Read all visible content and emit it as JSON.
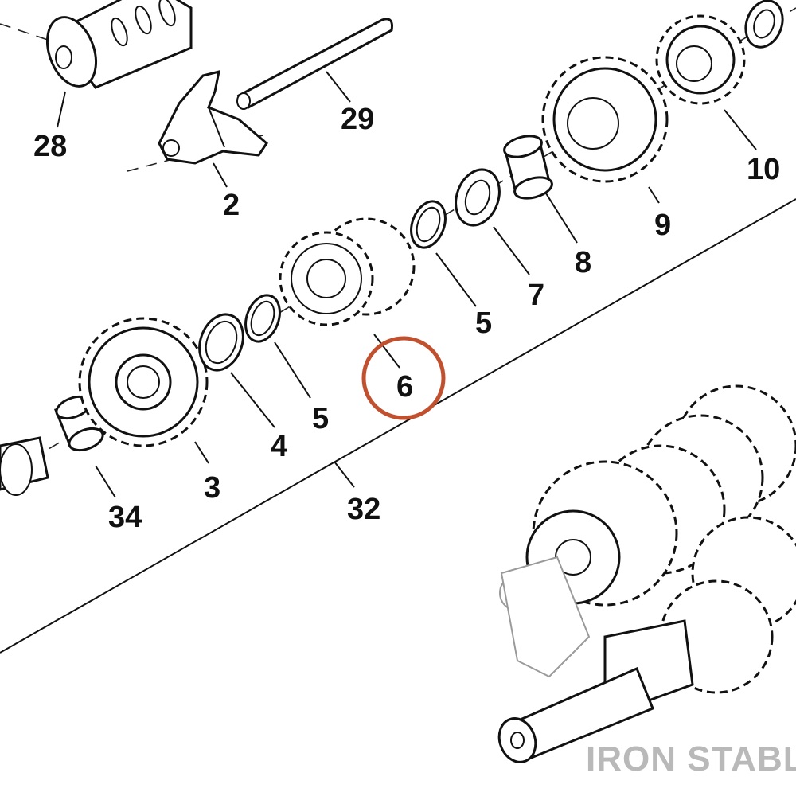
{
  "diagram": {
    "callouts": [
      {
        "id": "28",
        "label": "28"
      },
      {
        "id": "29",
        "label": "29"
      },
      {
        "id": "2",
        "label": "2"
      },
      {
        "id": "10",
        "label": "10"
      },
      {
        "id": "9",
        "label": "9"
      },
      {
        "id": "8",
        "label": "8"
      },
      {
        "id": "7",
        "label": "7"
      },
      {
        "id": "5a",
        "label": "5"
      },
      {
        "id": "6",
        "label": "6"
      },
      {
        "id": "5b",
        "label": "5"
      },
      {
        "id": "4",
        "label": "4"
      },
      {
        "id": "3",
        "label": "3"
      },
      {
        "id": "34",
        "label": "34"
      },
      {
        "id": "32",
        "label": "32"
      }
    ],
    "highlighted_part": "6",
    "highlight_color": "#c0502e",
    "watermark": "IRON STABLE"
  }
}
